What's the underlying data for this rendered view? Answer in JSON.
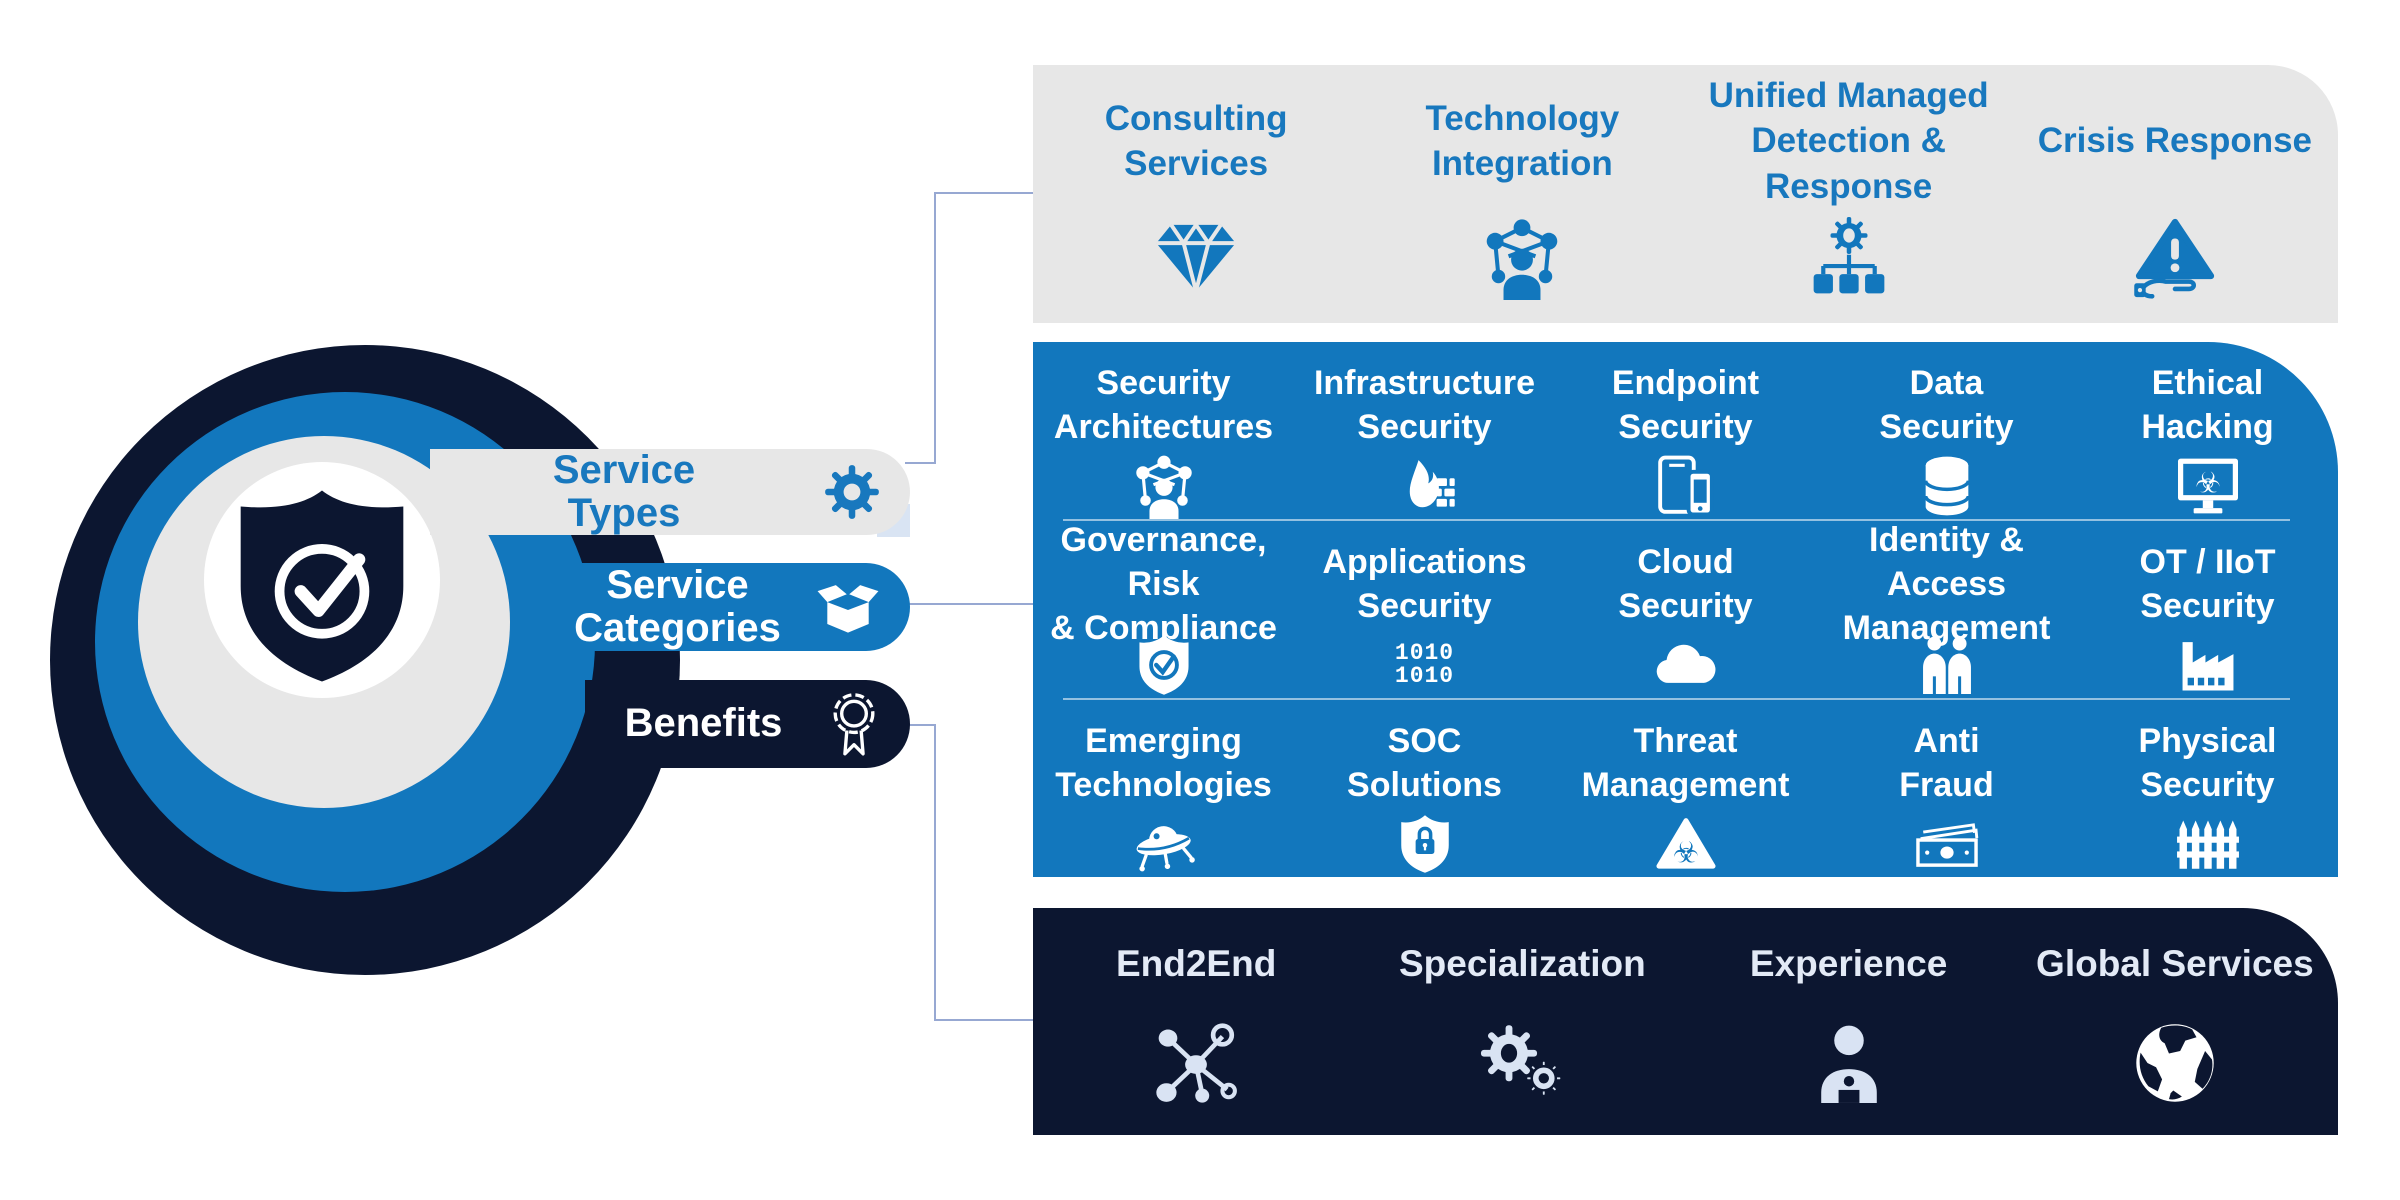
{
  "colors": {
    "panel_blue": "#1277BD",
    "panel_navy": "#0C1630",
    "panel_gray": "#E7E7E7",
    "accent_text_blue": "#1878BE",
    "connector_line": "#97A8D2",
    "icon_light": "#D9E3F3"
  },
  "hub": {
    "pills": [
      {
        "label": "Service\nTypes",
        "icon": "gear-icon"
      },
      {
        "label": "Service\nCategories",
        "icon": "open-box-icon"
      },
      {
        "label": "Benefits",
        "icon": "award-ribbon-icon"
      }
    ]
  },
  "service_types": {
    "items": [
      {
        "label": "Consulting\nServices",
        "icon": "diamond-icon"
      },
      {
        "label": "Technology\nIntegration",
        "icon": "people-network-icon"
      },
      {
        "label": "Unified Managed\nDetection & Response",
        "icon": "gear-hierarchy-icon"
      },
      {
        "label": "Crisis Response",
        "icon": "warning-hand-icon"
      }
    ]
  },
  "service_categories": {
    "rows": [
      [
        {
          "label": "Security\nArchitectures",
          "icon": "person-network-icon"
        },
        {
          "label": "Infrastructure\nSecurity",
          "icon": "firewall-flame-icon"
        },
        {
          "label": "Endpoint\nSecurity",
          "icon": "mobile-devices-icon"
        },
        {
          "label": "Data\nSecurity",
          "icon": "database-icon"
        },
        {
          "label": "Ethical\nHacking",
          "icon": "monitor-biohazard-icon"
        }
      ],
      [
        {
          "label": "Governance, Risk\n& Compliance",
          "icon": "shield-check-icon"
        },
        {
          "label": "Applications\nSecurity",
          "icon": "binary-code-icon",
          "glyph": "1010\n1010"
        },
        {
          "label": "Cloud\nSecurity",
          "icon": "cloud-icon"
        },
        {
          "label": "Identity & Access\nManagement",
          "icon": "two-people-icon"
        },
        {
          "label": "OT / IIoT\nSecurity",
          "icon": "factory-icon"
        }
      ],
      [
        {
          "label": "Emerging\nTechnologies",
          "icon": "ufo-icon"
        },
        {
          "label": "SOC\nSolutions",
          "icon": "shield-lock-icon"
        },
        {
          "label": "Threat Management",
          "icon": "biohazard-triangle-icon"
        },
        {
          "label": "Anti\nFraud",
          "icon": "banknotes-icon"
        },
        {
          "label": "Physical\nSecurity",
          "icon": "fence-icon"
        }
      ]
    ]
  },
  "benefits": {
    "items": [
      {
        "label": "End2End",
        "icon": "molecule-icon"
      },
      {
        "label": "Specialization",
        "icon": "gears-icon"
      },
      {
        "label": "Experience",
        "icon": "person-icon"
      },
      {
        "label": "Global Services",
        "icon": "globe-icon"
      }
    ]
  }
}
